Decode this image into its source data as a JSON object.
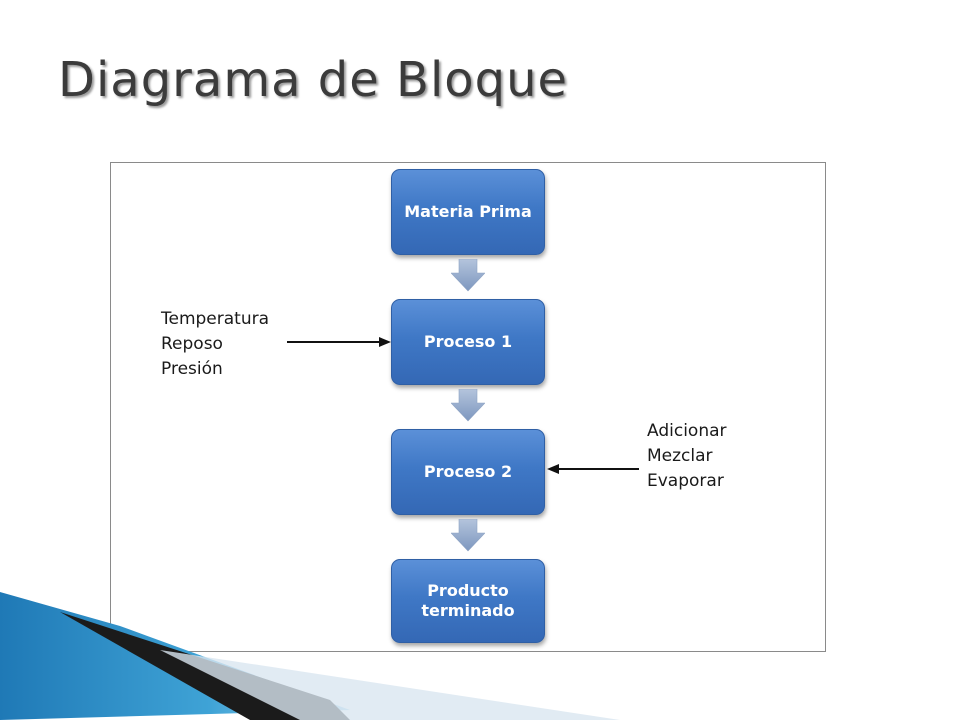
{
  "slide": {
    "title": "Diagrama de Bloque"
  },
  "diagram": {
    "steps": [
      {
        "label": "Materia Prima"
      },
      {
        "label": "Proceso 1"
      },
      {
        "label": "Proceso 2"
      },
      {
        "label": "Producto\nterminado"
      }
    ],
    "inputs_left": {
      "target": "Proceso 1",
      "items": [
        "Temperatura",
        "Reposo",
        "Presión"
      ]
    },
    "inputs_right": {
      "target": "Proceso 2",
      "items": [
        "Adicionar",
        "Mezclar",
        "Evaporar"
      ]
    }
  },
  "colors": {
    "box_fill": "#3f78c6",
    "arrow_fill": "#8fa7c9",
    "title_text": "#3b3b3b",
    "decor_blue": "#2b8cc4"
  }
}
